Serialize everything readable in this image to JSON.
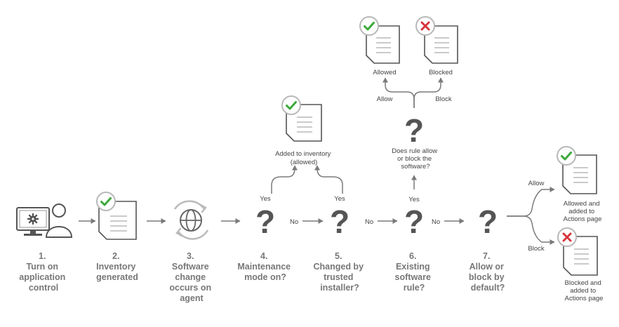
{
  "steps": [
    {
      "number": "1.",
      "lines": [
        "Turn on",
        "application",
        "control"
      ]
    },
    {
      "number": "2.",
      "lines": [
        "Inventory",
        "generated"
      ]
    },
    {
      "number": "3.",
      "lines": [
        "Software",
        "change",
        "occurs on",
        "agent"
      ]
    },
    {
      "number": "4.",
      "lines": [
        "Maintenance",
        "mode on?"
      ]
    },
    {
      "number": "5.",
      "lines": [
        "Changed by",
        "trusted",
        "installer?"
      ]
    },
    {
      "number": "6.",
      "lines": [
        "Existing",
        "software",
        "rule?"
      ]
    },
    {
      "number": "7.",
      "lines": [
        "Allow or",
        "block by",
        "default?"
      ]
    }
  ],
  "question_mark": "?",
  "edge_labels": {
    "step4_yes": "Yes",
    "step4_no": "No",
    "step5_yes": "Yes",
    "step5_no": "No",
    "step6_yes": "Yes",
    "step6_no": "No",
    "rule_allow": "Allow",
    "rule_block": "Block",
    "default_allow": "Allow",
    "default_block": "Block"
  },
  "outcomes": {
    "added_to_inventory": [
      "Added to inventory",
      "(allowed)"
    ],
    "rule_question": [
      "Does rule allow",
      "or block the",
      "software?"
    ],
    "rule_allowed": [
      "Allowed"
    ],
    "rule_blocked": [
      "Blocked"
    ],
    "default_allowed": [
      "Allowed and",
      "added to",
      "Actions page"
    ],
    "default_blocked": [
      "Blocked and",
      "added to",
      "Actions page"
    ]
  },
  "icons": {
    "computer_user": "computer-user-icon",
    "document": "document-icon",
    "check_badge": "check-badge-icon",
    "x_badge": "x-badge-icon",
    "globe_refresh": "globe-refresh-icon"
  },
  "colors": {
    "check": "#3aaa3a",
    "cross": "#d6343c",
    "stroke": "#555555",
    "step_text": "#777777"
  }
}
